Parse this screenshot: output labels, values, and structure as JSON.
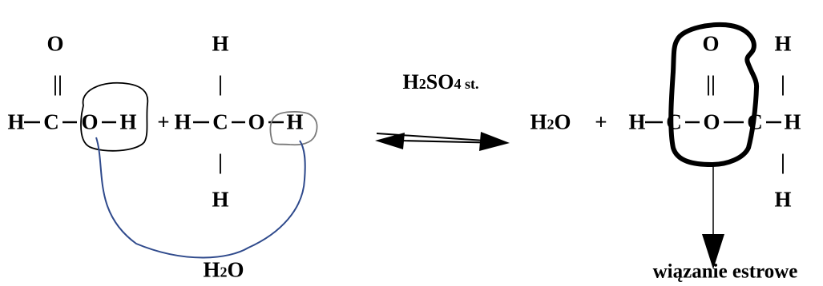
{
  "molecule1": {
    "top_O": "O",
    "double_bond": "||",
    "H_left": "H",
    "C": "C",
    "O": "O",
    "H_right": "H"
  },
  "plus1": "+",
  "molecule2": {
    "top_H": "H",
    "top_bond": "|",
    "H_left": "H",
    "C": "C",
    "O": "O",
    "H_right": "H",
    "bottom_bond": "|",
    "bottom_H": "H"
  },
  "catalyst": {
    "main": "H",
    "sub1": "2",
    "mid": "SO",
    "sub2": "4",
    "suffix": " st."
  },
  "water_product": {
    "H": "H",
    "sub": "2",
    "O": "O"
  },
  "plus2": "+",
  "ester": {
    "top_O": "O",
    "top_H": "H",
    "double_bond": "||",
    "top_bond": "|",
    "H_left": "H",
    "C1": "C",
    "O": "O",
    "C2": "C",
    "H_right": "H",
    "bottom_bond": "|",
    "bottom_H": "H"
  },
  "water_removed": {
    "H": "H",
    "sub": "2",
    "O": "O"
  },
  "ester_bond_label": "wiązanie estrowe",
  "colors": {
    "circle_oh": "#000000",
    "circle_h": "#7a7a7a",
    "curve": "#2f4a8c",
    "ester_outline": "#000000"
  }
}
